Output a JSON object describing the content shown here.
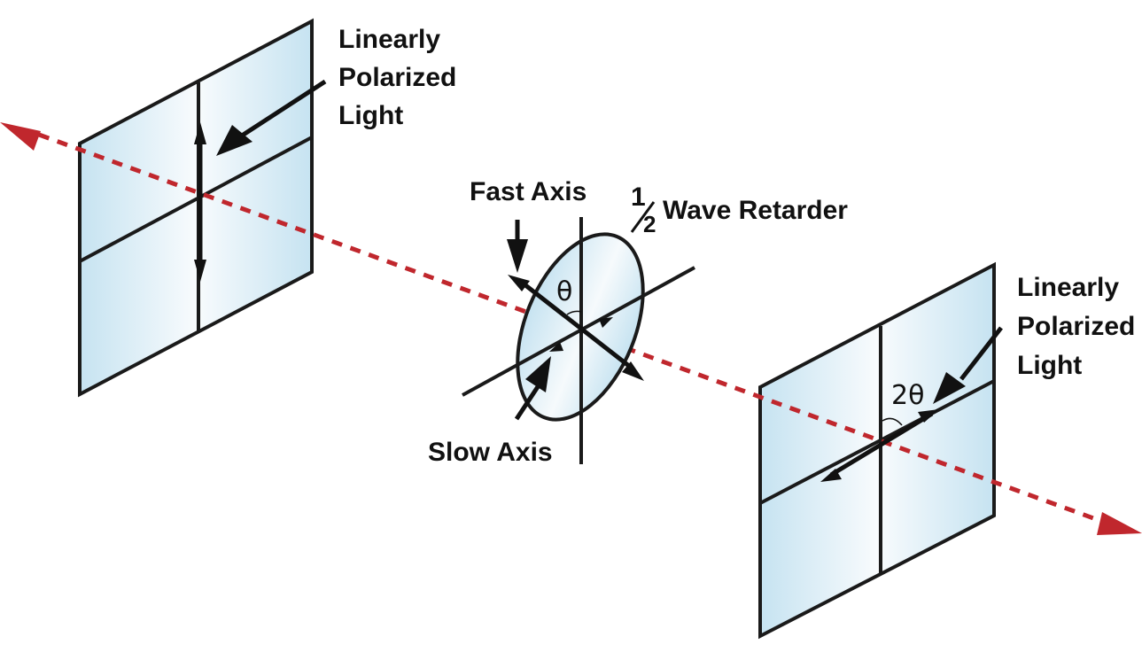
{
  "diagram": {
    "title": "Half-wave retarder rotating linear polarization",
    "colors": {
      "beam": "#c0272d",
      "outline": "#1a1a1a",
      "glass_edge": "#c6e3f1",
      "glass_center": "#f6fafc"
    },
    "labels": {
      "input_polarizer": [
        "Linearly",
        "Polarized",
        "Light"
      ],
      "fast_axis": "Fast Axis",
      "slow_axis": "Slow Axis",
      "retarder_fraction_num": "1",
      "retarder_fraction_den": "2",
      "retarder": "Wave Retarder",
      "theta": "θ",
      "output_polarizer": [
        "Linearly",
        "Polarized",
        "Light"
      ],
      "two_theta": "2θ"
    },
    "elements": [
      {
        "id": "input-plate",
        "role": "Input linear polarization (vertical)"
      },
      {
        "id": "half-wave-retarder",
        "role": "Fast axis at angle θ from vertical"
      },
      {
        "id": "output-plate",
        "role": "Output polarization rotated by 2θ"
      }
    ]
  }
}
